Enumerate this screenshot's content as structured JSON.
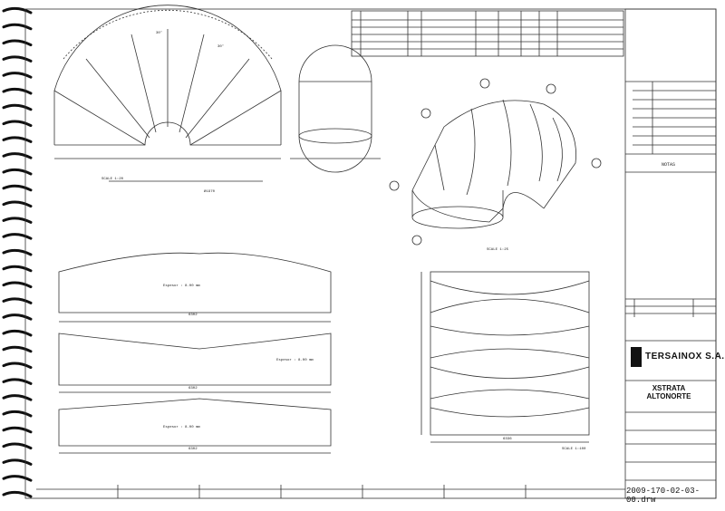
{
  "title_block": {
    "company": "TERSAINOX S.A.",
    "client": "XSTRATA",
    "project": "ALTONORTE",
    "drawing_number": "2009-170-02-03-00.drw"
  },
  "notes_heading": "NOTAS",
  "scales": {
    "elbow_front": "SCALE 1:20",
    "elbow_iso": "SCALE 1:25",
    "nesting": "SCALE 1:100"
  },
  "dimensions": {
    "angle_a": "30°",
    "angle_b": "30°",
    "width_1": "6302",
    "width_2": "6302",
    "width_3": "6302",
    "nest_width": "6336",
    "arc_len": "Ø1970"
  },
  "part_labels": [
    "Espesor : 8.00 mm",
    "Espesor : 8.00 mm",
    "Espesor : 8.00 mm"
  ],
  "colors": {
    "line": "#333333",
    "paper": "#ffffff",
    "spiral": "#111111"
  }
}
